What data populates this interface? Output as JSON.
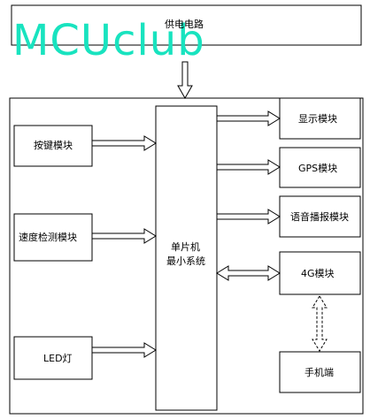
{
  "power_block": {
    "label": "供电电路"
  },
  "watermark": {
    "text": "MCUclub",
    "color": "#18e3bf"
  },
  "mcu_block": {
    "line1": "单片机",
    "line2": "最小系统"
  },
  "inputs": [
    {
      "id": "key",
      "label": "按键模块"
    },
    {
      "id": "speed",
      "label": "速度检测模块"
    },
    {
      "id": "led",
      "label": "LED灯"
    }
  ],
  "outputs": [
    {
      "id": "display",
      "label": "显示模块"
    },
    {
      "id": "gps",
      "label": "GPS模块"
    },
    {
      "id": "voice",
      "label": "语音播报模块"
    },
    {
      "id": "g4",
      "label": "4G模块"
    },
    {
      "id": "phone",
      "label": "手机端"
    }
  ]
}
